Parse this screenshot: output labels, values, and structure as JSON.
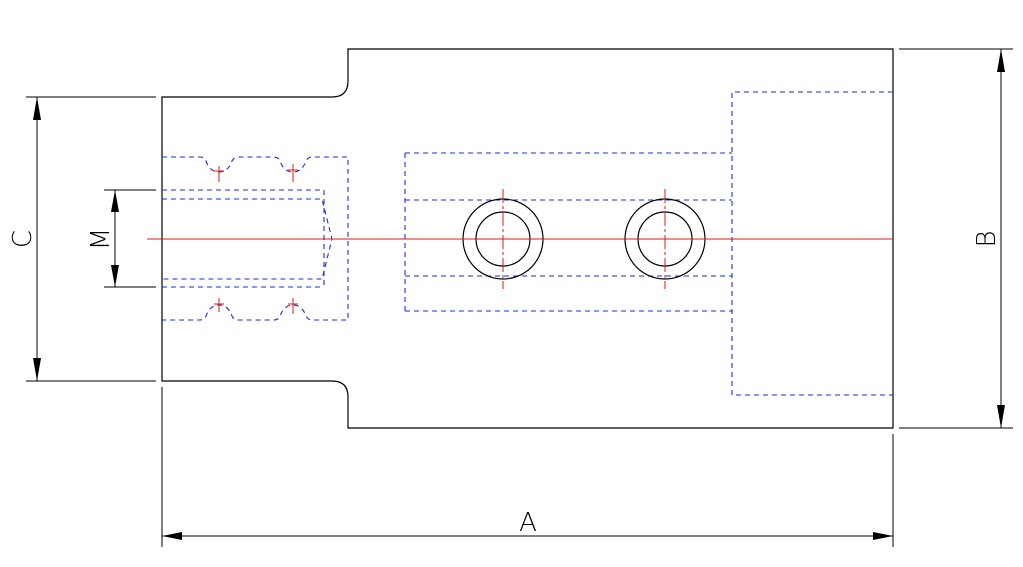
{
  "dimensions": {
    "a": {
      "label": "A"
    },
    "b": {
      "label": "B"
    },
    "c": {
      "label": "C"
    },
    "m": {
      "label": "M"
    }
  },
  "colors": {
    "outline": "#000000",
    "hidden_lines": "#1a2ee0",
    "center_lines": "#e01a1a",
    "background": "#ffffff"
  }
}
